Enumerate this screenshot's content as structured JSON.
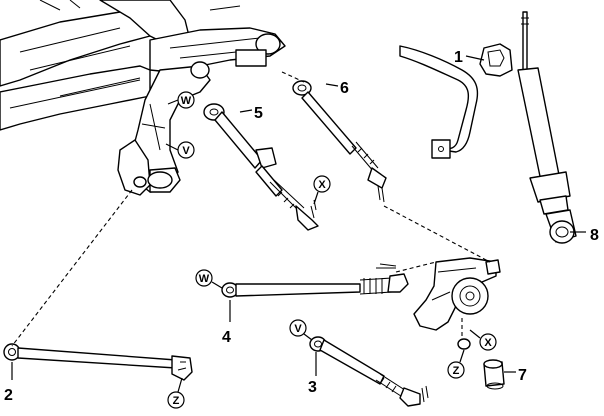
{
  "callouts": [
    {
      "id": "1",
      "label": "1"
    },
    {
      "id": "2",
      "label": "2"
    },
    {
      "id": "3",
      "label": "3"
    },
    {
      "id": "4",
      "label": "4"
    },
    {
      "id": "5",
      "label": "5"
    },
    {
      "id": "6",
      "label": "6"
    },
    {
      "id": "7",
      "label": "7"
    },
    {
      "id": "8",
      "label": "8"
    }
  ],
  "connectors": {
    "W": "W",
    "V": "V",
    "X": "X",
    "Z": "Z"
  }
}
